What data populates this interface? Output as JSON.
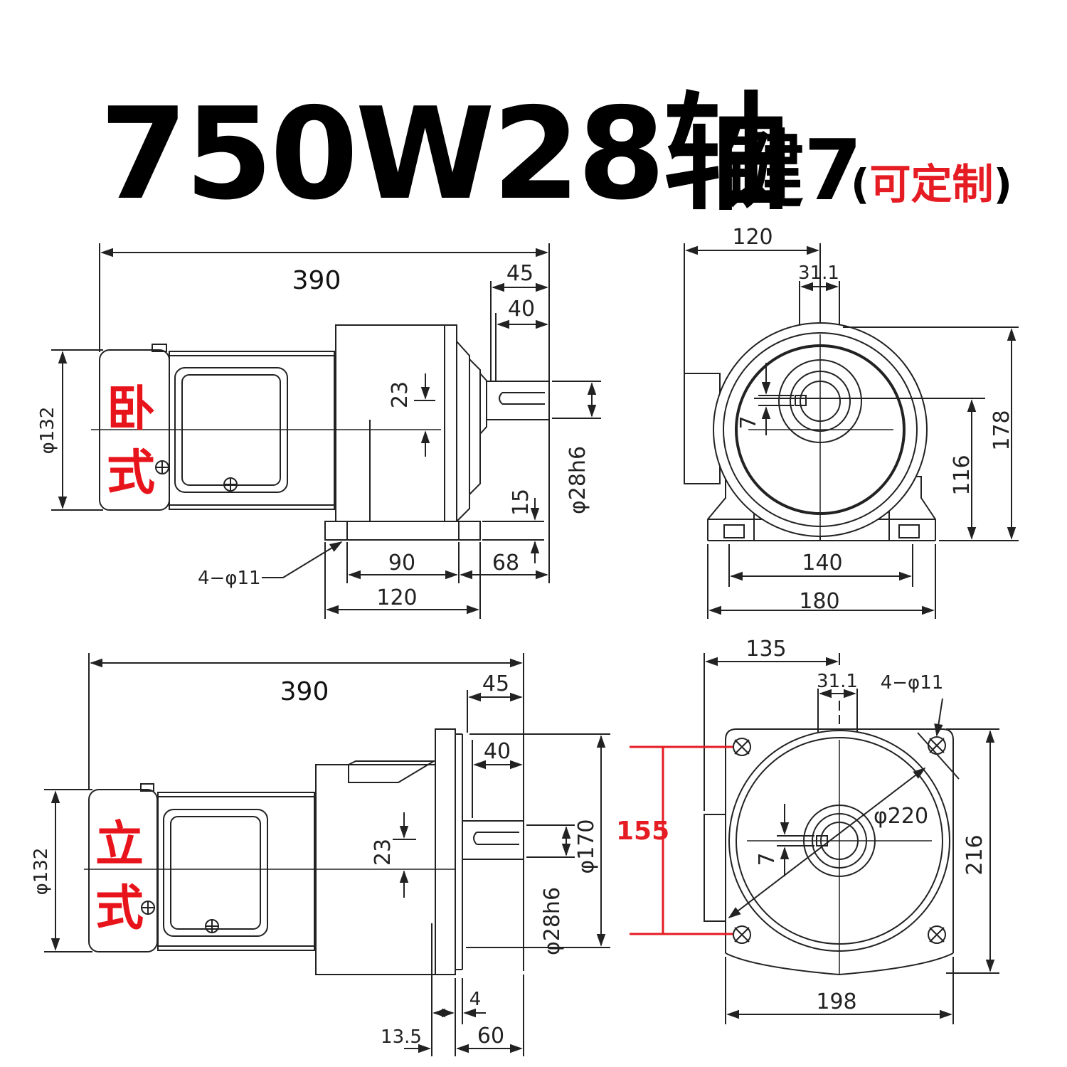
{
  "title": {
    "main": "750W28轴",
    "key": "键7",
    "paren_open": "(",
    "custom": "可定制",
    "paren_close": ")"
  },
  "colors": {
    "red": "#e51c23",
    "line": "#222222"
  },
  "views": {
    "horizontal": {
      "label_1": "卧",
      "label_2": "式",
      "dims": {
        "total_length": "390",
        "shaft_45": "45",
        "shaft_40": "40",
        "height_23": "23",
        "diameter_132": "φ132",
        "shaft_diameter": "φ28h6",
        "base_15": "15",
        "base_90": "90",
        "base_68": "68",
        "base_120": "120",
        "holes": "4−φ11"
      }
    },
    "horizontal_end": {
      "dims": {
        "width_120": "120",
        "key_31_1": "31.1",
        "key_7": "7",
        "height_178": "178",
        "height_116": "116",
        "base_140": "140",
        "base_180": "180"
      }
    },
    "vertical": {
      "label_1": "立",
      "label_2": "式",
      "dims": {
        "total_length": "390",
        "shaft_45": "45",
        "shaft_40": "40",
        "height_23": "23",
        "diameter_132": "φ132",
        "flange_170": "φ170",
        "shaft_diameter": "φ28h6",
        "flange_4": "4",
        "flange_13_5": "13.5",
        "flange_60": "60"
      }
    },
    "vertical_end": {
      "dims": {
        "width_135": "135",
        "key_31_1": "31.1",
        "holes": "4−φ11",
        "pcd_220": "φ220",
        "key_7": "7",
        "height_216": "216",
        "width_198": "198",
        "hole_spacing_155": "155"
      }
    }
  }
}
